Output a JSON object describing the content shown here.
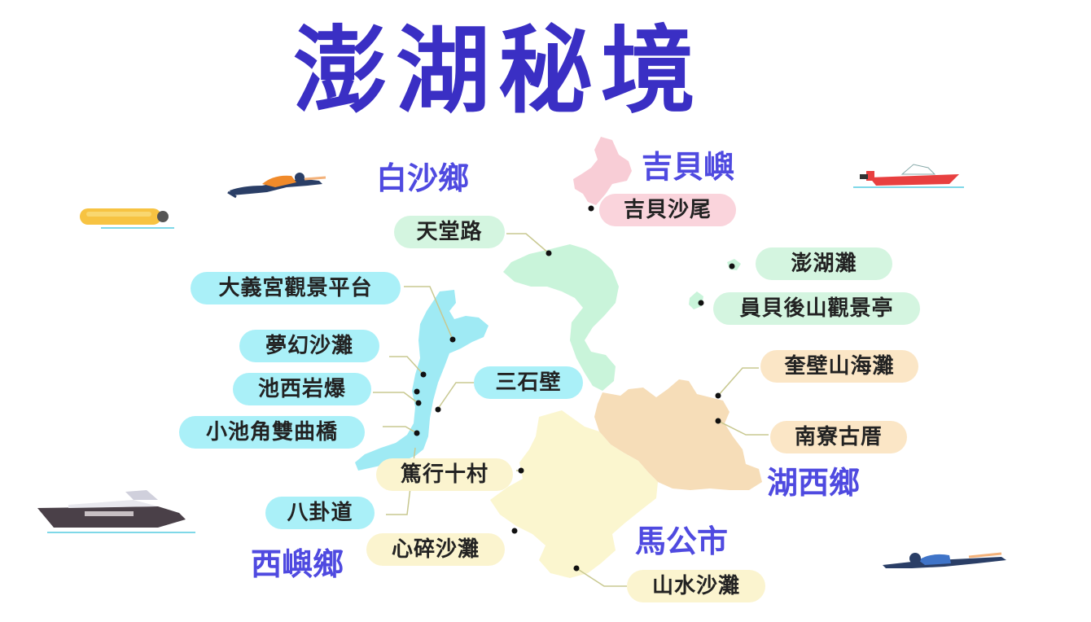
{
  "title": "澎湖秘境",
  "colors": {
    "title": "#3a2fc4",
    "region_text": "#4f4ae0",
    "baisha_fill": "#9feaf4",
    "baisha_pill": "#aaf0f8",
    "tianyu_fill": "#c9f4da",
    "tianyu_pill": "#d4f5e0",
    "jibei_fill": "#f8cdd6",
    "jibei_pill": "#fad4dc",
    "huxi_fill": "#f6ddb8",
    "huxi_pill": "#fbe6c6",
    "magong_fill": "#fbf6cf",
    "magong_pill": "#fbf4cf",
    "connector": "#c8c890"
  },
  "regions": {
    "baisha": "白沙鄉",
    "jibei": "吉貝嶼",
    "huxi": "湖西鄉",
    "magong": "馬公市",
    "xiyu": "西嶼鄉"
  },
  "spots": {
    "jibei_shawei": "吉貝沙尾",
    "tiantang_road": "天堂路",
    "penghu_beach": "澎湖灘",
    "yuanbei_pavilion": "員貝後山觀景亭",
    "dayi_platform": "大義宮觀景平台",
    "menghuan_beach": "夢幻沙灘",
    "chixi_rock": "池西岩爆",
    "sanshi_wall": "三石壁",
    "kuibi_beach": "奎壁山海灘",
    "xiaochi_bridge": "小池角雙曲橋",
    "nanliao_lips": "南寮古厝",
    "dongxing_village": "篤行十村",
    "bagua_road": "八卦道",
    "xinsui_beach": "心碎沙灘",
    "shanshui_beach": "山水沙灘"
  },
  "icons": {
    "swimmer_top": "swimmer-icon",
    "banana_boat": "banana-boat-icon",
    "speedboat": "speedboat-icon",
    "yacht": "yacht-icon",
    "swimmer_bottom": "swimmer-icon"
  }
}
